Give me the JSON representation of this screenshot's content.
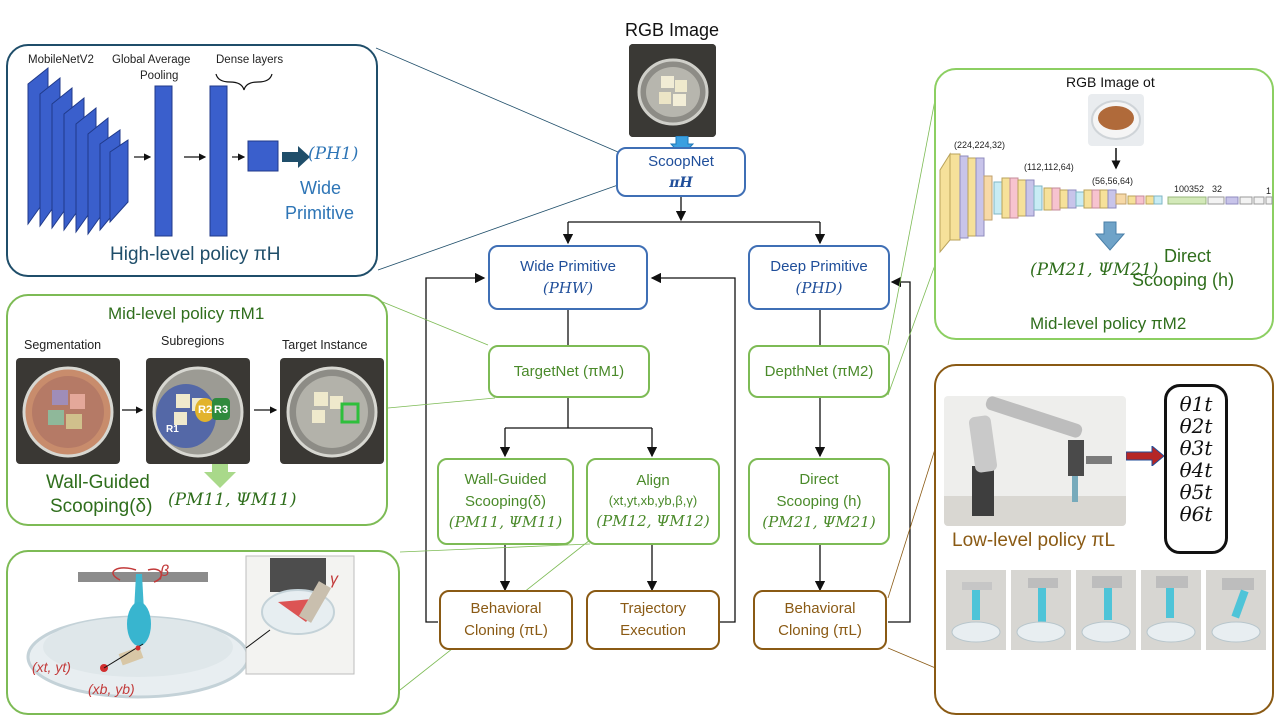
{
  "top": {
    "rgb_title": "RGB Image"
  },
  "nodes": {
    "scoopnet": {
      "line1": "ScoopNet",
      "line2": "πH"
    },
    "wide": {
      "line1": "Wide Primitive",
      "line2": "(PHW)"
    },
    "deep": {
      "line1": "Deep Primitive",
      "line2": "(PHD)"
    },
    "targetnet": {
      "line1": "TargetNet (πM1)"
    },
    "depthnet": {
      "line1": "DepthNet (πM2)"
    },
    "wall": {
      "line1": "Wall-Guided",
      "line2": "Scooping(δ)",
      "line3": "(PM11, ΨM11)"
    },
    "align": {
      "line1": "Align",
      "line2": "(xt,yt,xb,yb,β,γ)",
      "line3": "(PM12, ΨM12)"
    },
    "direct": {
      "line1": "Direct",
      "line2": "Scooping (h)",
      "line3": "(PM21, ΨM21)"
    },
    "bc1": {
      "line1": "Behavioral",
      "line2": "Cloning (πL)"
    },
    "traj": {
      "line1": "Trajectory",
      "line2": "Execution"
    },
    "bc2": {
      "line1": "Behavioral",
      "line2": "Cloning (πL)"
    }
  },
  "panel_high": {
    "mobilenet": "MobileNetV2",
    "gap1": "Global Average",
    "gap2": "Pooling",
    "dense": "Dense layers",
    "output": "(PH1)",
    "wide1": "Wide",
    "wide2": "Primitive",
    "title": "High-level policy πH"
  },
  "panel_m1": {
    "title": "Mid-level policy πM1",
    "seg": "Segmentation",
    "sub": "Subregions",
    "target": "Target Instance",
    "r1": "R1",
    "r2": "R2",
    "r3": "R3",
    "wall1": "Wall-Guided",
    "wall2": "Scooping(δ)",
    "output": "(PM11, ΨM11)"
  },
  "panel_m2": {
    "rgb_ot": "RGB Image ot",
    "dim1": "(224,224,32)",
    "dim2": "(112,112,64)",
    "dim3": "(56,56,64)",
    "dim4": "100352",
    "dim5": "32",
    "dim6": "1",
    "output": "(PM21, ΨM21)",
    "direct1": "Direct",
    "direct2": "Scooping (h)",
    "title": "Mid-level policy πM2"
  },
  "panel_align": {
    "beta": "β",
    "gamma": "γ",
    "xt": "(xt, yt)",
    "xb": "(xb, yb)"
  },
  "panel_low": {
    "title": "Low-level policy πL",
    "thetas": [
      "θ1t",
      "θ2t",
      "θ3t",
      "θ4t",
      "θ5t",
      "θ6t"
    ]
  },
  "colors": {
    "blue": "#3f6fb5",
    "green": "#7dbb55",
    "brown": "#8a5a14",
    "dark_teal": "#1f4e6a"
  }
}
